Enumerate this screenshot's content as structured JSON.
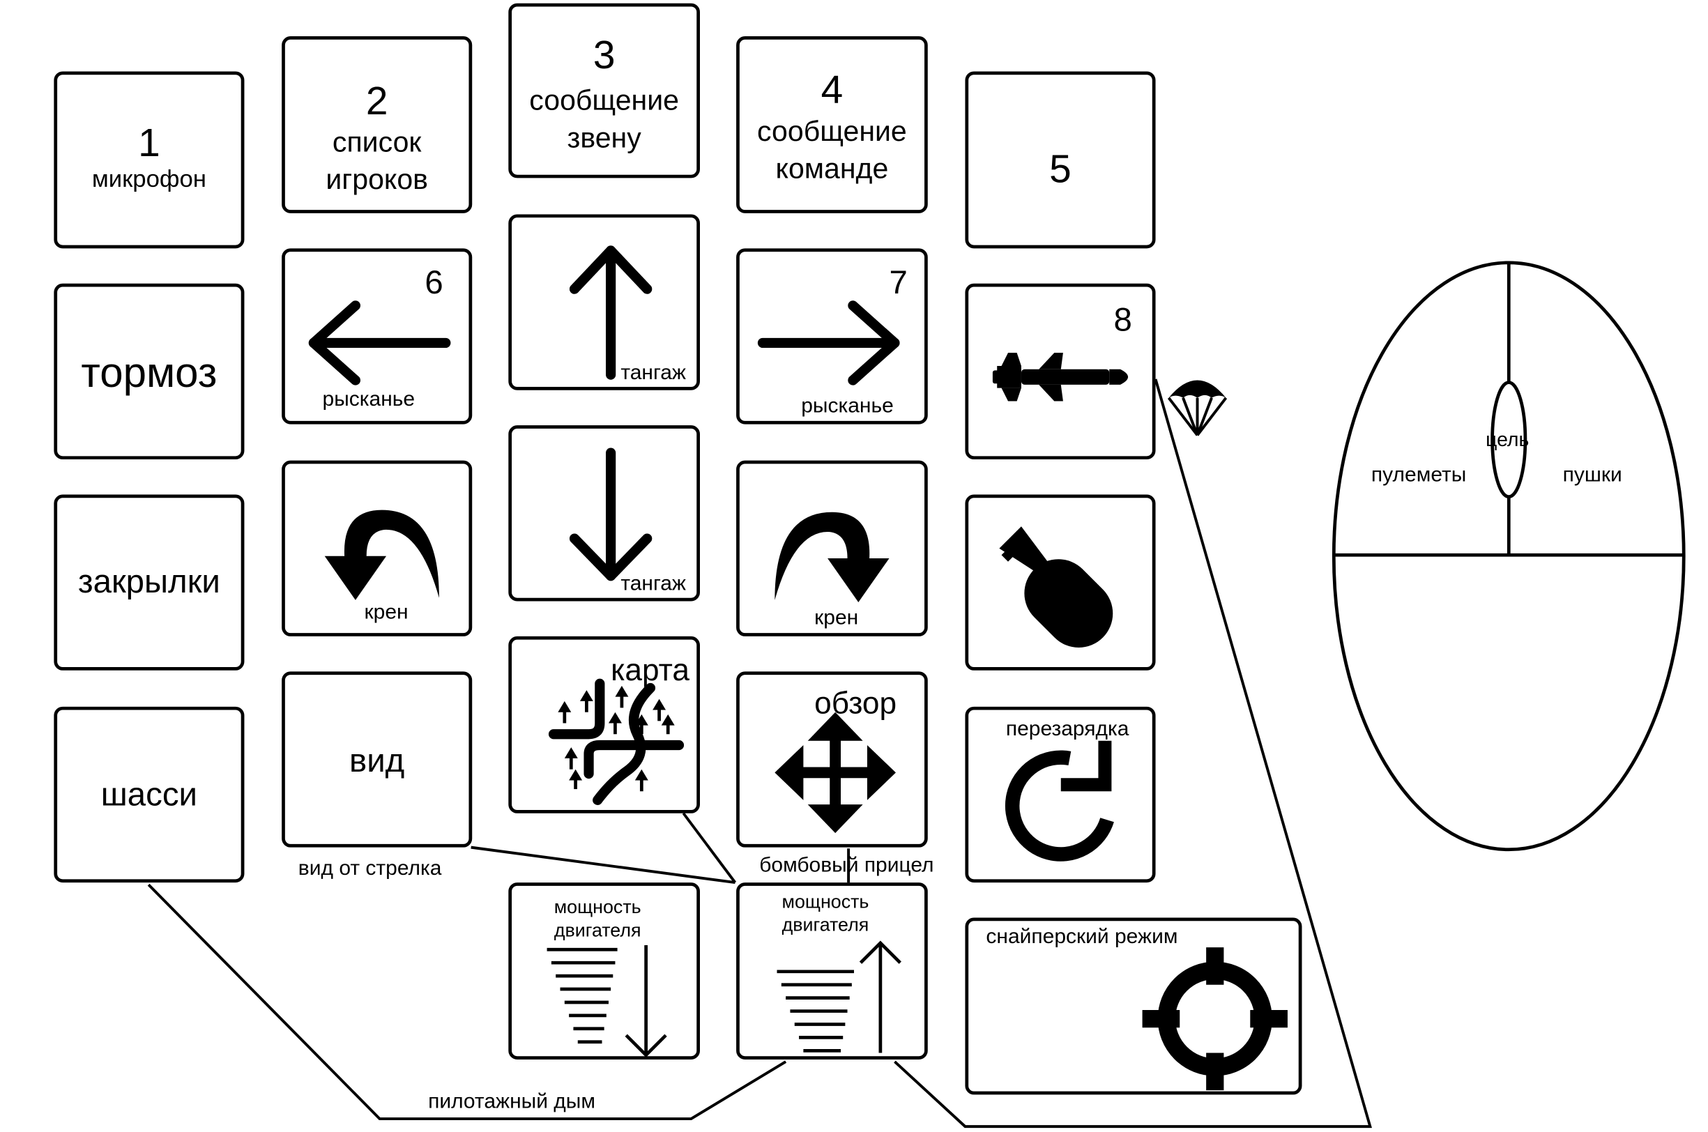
{
  "keys": {
    "k1": {
      "number": "1",
      "label": "микрофон"
    },
    "k2": {
      "number": "2",
      "line1": "список",
      "line2": "игроков"
    },
    "k3": {
      "number": "3",
      "line1": "сообщение",
      "line2": "звену"
    },
    "k4": {
      "number": "4",
      "line1": "сообщение",
      "line2": "команде"
    },
    "k5": {
      "number": "5"
    },
    "brake": {
      "label": "тормоз"
    },
    "k6": {
      "number": "6",
      "label": "рысканье"
    },
    "pitch_up": {
      "label": "тангаж"
    },
    "k7": {
      "number": "7",
      "label": "рысканье"
    },
    "k8": {
      "number": "8"
    },
    "flaps": {
      "label": "закрылки"
    },
    "roll_left": {
      "label": "крен"
    },
    "pitch_down": {
      "label": "тангаж"
    },
    "roll_right": {
      "label": "крен"
    },
    "gear": {
      "label": "шасси"
    },
    "view": {
      "label": "вид"
    },
    "map": {
      "label": "карта"
    },
    "lookaround": {
      "label": "обзор"
    },
    "reload": {
      "label": "перезарядка"
    },
    "throttle_down": {
      "line1": "мощность",
      "line2": "двигателя"
    },
    "throttle_up": {
      "line1": "мощность",
      "line2": "двигателя"
    },
    "sniper": {
      "label": "снайперский режим"
    }
  },
  "captions": {
    "gunner_view": "вид от стрелка",
    "bomb_sight": "бомбовый прицел",
    "smoke": "пилотажный дым"
  },
  "mouse": {
    "left": "пулеметы",
    "right": "пушки",
    "wheel": "цель"
  },
  "icons": [
    "arrow-left-icon",
    "arrow-up-icon",
    "arrow-right-icon",
    "arrow-down-icon",
    "rocket-icon",
    "parachute-icon",
    "roll-left-icon",
    "roll-right-icon",
    "bomb-icon",
    "map-icon",
    "move-icon",
    "reload-icon",
    "throttle-down-icon",
    "throttle-up-icon",
    "crosshair-icon"
  ]
}
